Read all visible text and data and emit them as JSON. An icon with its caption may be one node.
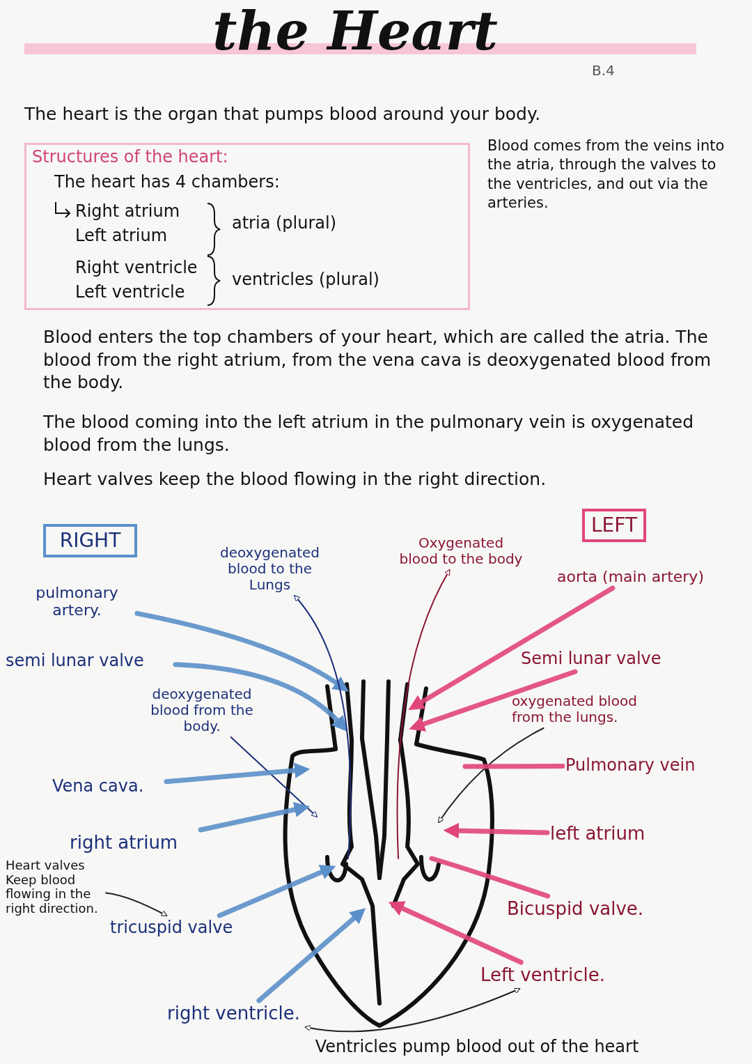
{
  "diagram": {
    "title": "the Heart",
    "nodes": [
      {
        "text": [
          "Structures of the heart:",
          "The heart has 4 chambers:",
          "Right atrium",
          "Left atrium",
          "atria (plural)",
          "Right ventricle",
          "Left ventricle",
          "ventricles (plural)"
        ]
      },
      {
        "text": [
          "RIGHT"
        ]
      },
      {
        "text": [
          "LEFT"
        ]
      },
      {
        "text": [
          "deoxygenated blood to the Lungs"
        ]
      },
      {
        "text": [
          "Oxygenated blood to the body"
        ]
      },
      {
        "text": [
          "pulmonary artery."
        ]
      },
      {
        "text": [
          "aorta (main artery)"
        ]
      },
      {
        "text": [
          "semi lunar valve"
        ]
      },
      {
        "text": [
          "Semi lunar valve"
        ]
      },
      {
        "text": [
          "deoxygenated blood from the body."
        ]
      },
      {
        "text": [
          "oxygenated blood from the lungs."
        ]
      },
      {
        "text": [
          "Pulmonary vein"
        ]
      },
      {
        "text": [
          "Vena cava."
        ]
      },
      {
        "text": [
          "left atrium"
        ]
      },
      {
        "text": [
          "right atrium"
        ]
      },
      {
        "text": [
          "Heart valves Keep blood flowing in the right direction."
        ]
      },
      {
        "text": [
          "tricuspid valve"
        ]
      },
      {
        "text": [
          "Bicuspid valve."
        ]
      },
      {
        "text": [
          "right ventricle."
        ]
      },
      {
        "text": [
          "Left ventricle."
        ]
      }
    ],
    "edges": [
      {
        "from": 5,
        "to": null,
        "arrow": "to",
        "color": "#5b8fc9"
      },
      {
        "from": 7,
        "to": null,
        "arrow": "to",
        "color": "#5b8fc9"
      },
      {
        "from": null,
        "to": 3,
        "arrow": "to",
        "color": "#1c2f7a"
      },
      {
        "from": 9,
        "to": null,
        "arrow": "to",
        "color": "#1c2f7a"
      },
      {
        "from": 12,
        "to": null,
        "arrow": "to",
        "color": "#5b8fc9"
      },
      {
        "from": 14,
        "to": null,
        "arrow": "to",
        "color": "#5b8fc9"
      },
      {
        "from": 16,
        "to": null,
        "arrow": "to",
        "color": "#5b8fc9"
      },
      {
        "from": 18,
        "to": null,
        "arrow": "to",
        "color": "#5b8fc9"
      },
      {
        "from": 15,
        "to": 16,
        "arrow": "to",
        "color": "#222222"
      },
      {
        "from": null,
        "to": 4,
        "arrow": "to",
        "color": "#8a1538"
      },
      {
        "from": 6,
        "to": null,
        "arrow": "to",
        "color": "#e0457b"
      },
      {
        "from": 8,
        "to": null,
        "arrow": "to",
        "color": "#e0457b"
      },
      {
        "from": 10,
        "to": null,
        "arrow": "to",
        "color": "#222222"
      },
      {
        "from": 11,
        "to": null,
        "arrow": "none",
        "color": "#e0457b"
      },
      {
        "from": 13,
        "to": null,
        "arrow": "to",
        "color": "#e0457b"
      },
      {
        "from": 17,
        "to": null,
        "arrow": "none",
        "color": "#e0457b"
      },
      {
        "from": 19,
        "to": null,
        "arrow": "to",
        "color": "#e0457b"
      },
      {
        "from": 18,
        "to": 19,
        "arrow": "both",
        "label": "Ventricles pump blood out of the heart",
        "color": "#222222"
      }
    ],
    "labels": [
      "B.4",
      "The heart is the organ that pumps blood around your body.",
      "Blood comes from the veins into the atria, through the valves to the ventricles, and out via the arteries.",
      "Blood enters the top chambers of your heart, which are called the atria. The blood from the right atrium, from the vena cava is deoxygenated blood from the body.",
      "The blood coming into the left atrium in the pulmonary vein is oxygenated blood from the lungs.",
      "Heart valves keep the blood flowing in the right direction."
    ]
  }
}
